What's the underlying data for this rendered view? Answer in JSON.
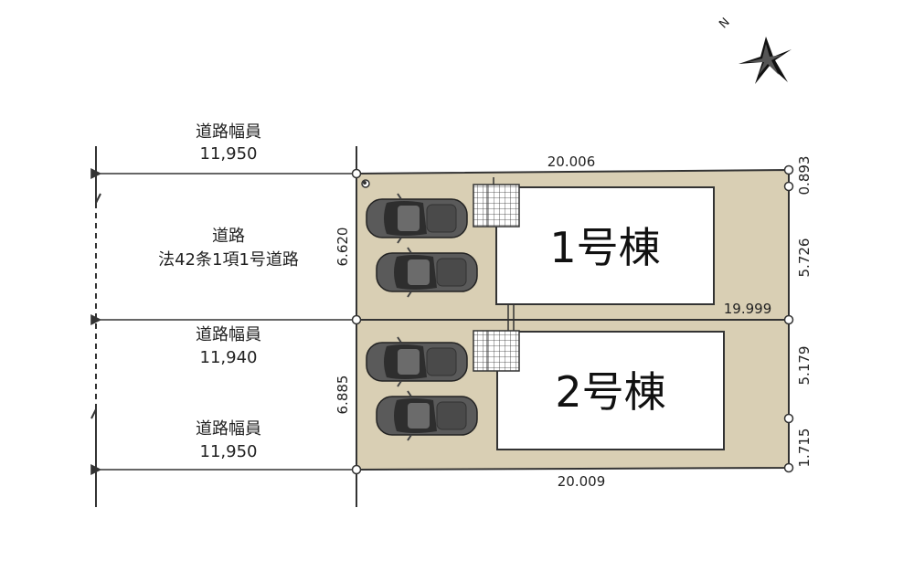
{
  "compass": {
    "north_label": "N"
  },
  "road_width_top": {
    "title": "道路幅員",
    "value": "11,950"
  },
  "road": {
    "title": "道路",
    "type": "法42条1項1号道路"
  },
  "road_width_middle": {
    "title": "道路幅員",
    "value": "11,940"
  },
  "road_width_bottom": {
    "title": "道路幅員",
    "value": "11,950"
  },
  "lot1": {
    "building_label": "1号棟",
    "frontage": "6.620",
    "top_length": "20.006",
    "bottom_length": "19.999",
    "right_segments": [
      "0.893",
      "5.726"
    ]
  },
  "lot2": {
    "building_label": "2号棟",
    "frontage": "6.885",
    "bottom_length": "20.009",
    "right_segments": [
      "5.179",
      "1.715"
    ]
  },
  "colors": {
    "lot_fill": "#d9cfb4",
    "line": "#333333",
    "building_fill": "#ffffff",
    "car_body": "#5a5a5a",
    "car_glass": "#2e2e2e"
  },
  "icons": [
    "compass-star-icon",
    "car-icon",
    "entrance-grid-icon"
  ]
}
